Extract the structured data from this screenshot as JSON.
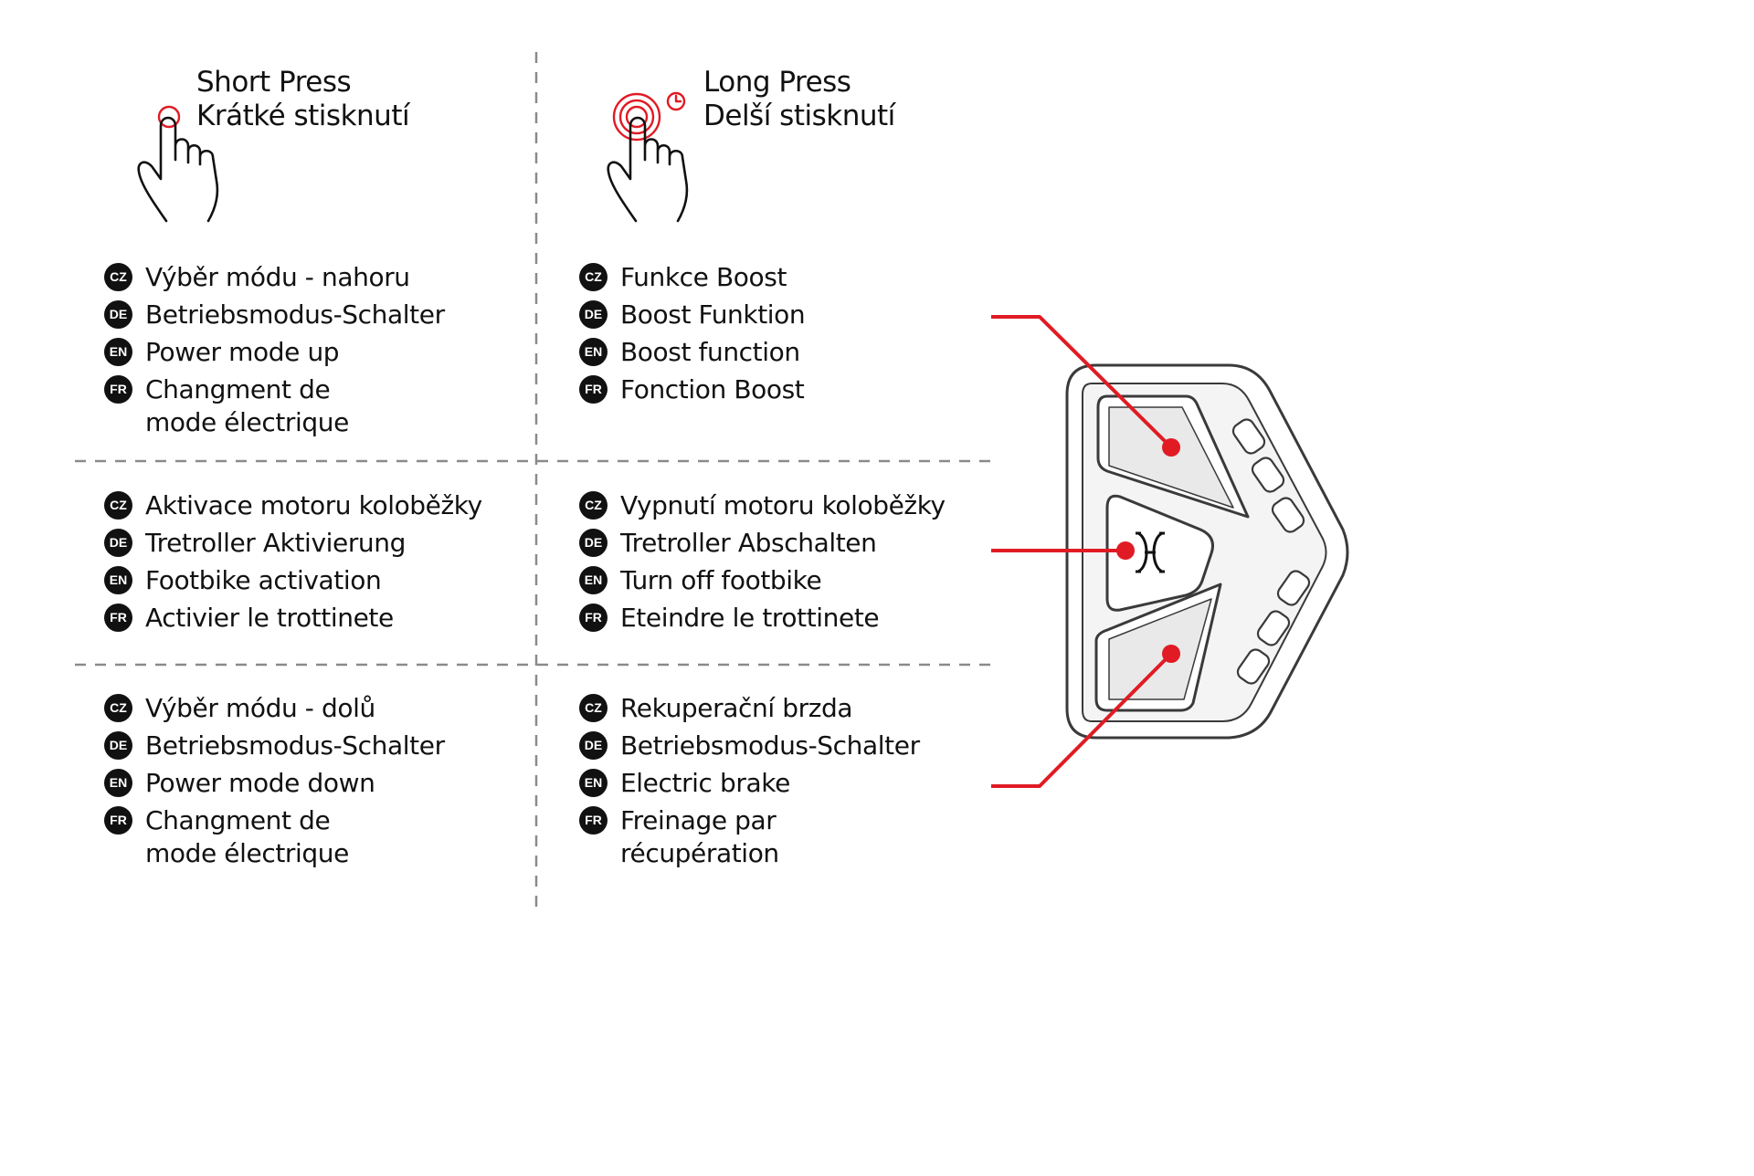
{
  "colors": {
    "accent": "#e01b24",
    "ink": "#111111",
    "divider": "#8a8a8a",
    "device_outline": "#3a3a3a"
  },
  "headers": {
    "short": {
      "icon": "tap-hand-icon",
      "line1": "Short Press",
      "line2": "Krátké stisknutí"
    },
    "long": {
      "icon": "long-press-hand-icon",
      "line1": "Long Press",
      "line2": "Delší stisknutí"
    }
  },
  "cells": [
    {
      "id": "up-short",
      "items": [
        {
          "lang": "CZ",
          "text": "Výběr módu - nahoru"
        },
        {
          "lang": "DE",
          "text": "Betriebsmodus-Schalter"
        },
        {
          "lang": "EN",
          "text": "Power mode up"
        },
        {
          "lang": "FR",
          "text": "Changment de\nmode électrique"
        }
      ]
    },
    {
      "id": "up-long",
      "items": [
        {
          "lang": "CZ",
          "text": "Funkce Boost"
        },
        {
          "lang": "DE",
          "text": "Boost Funktion"
        },
        {
          "lang": "EN",
          "text": "Boost function"
        },
        {
          "lang": "FR",
          "text": "Fonction Boost"
        }
      ]
    },
    {
      "id": "power-short",
      "items": [
        {
          "lang": "CZ",
          "text": "Aktivace motoru koloběžky"
        },
        {
          "lang": "DE",
          "text": "Tretroller Aktivierung"
        },
        {
          "lang": "EN",
          "text": "Footbike activation"
        },
        {
          "lang": "FR",
          "text": "Activier le trottinete"
        }
      ]
    },
    {
      "id": "power-long",
      "items": [
        {
          "lang": "CZ",
          "text": "Vypnutí motoru koloběžky"
        },
        {
          "lang": "DE",
          "text": "Tretroller Abschalten"
        },
        {
          "lang": "EN",
          "text": "Turn off footbike"
        },
        {
          "lang": "FR",
          "text": "Eteindre le trottinete"
        }
      ]
    },
    {
      "id": "down-short",
      "items": [
        {
          "lang": "CZ",
          "text": "Výběr módu - dolů"
        },
        {
          "lang": "DE",
          "text": "Betriebsmodus-Schalter"
        },
        {
          "lang": "EN",
          "text": "Power mode down"
        },
        {
          "lang": "FR",
          "text": "Changment de\nmode électrique"
        }
      ]
    },
    {
      "id": "down-long",
      "items": [
        {
          "lang": "CZ",
          "text": "Rekuperační brzda"
        },
        {
          "lang": "DE",
          "text": "Betriebsmodus-Schalter"
        },
        {
          "lang": "EN",
          "text": "Electric brake"
        },
        {
          "lang": "FR",
          "text": "Freinage par\nrécupération"
        }
      ]
    }
  ],
  "device": {
    "buttons": [
      "up-button",
      "power-button",
      "down-button"
    ],
    "indicator_led_count": 6,
    "logo": "power-logo-icon"
  }
}
